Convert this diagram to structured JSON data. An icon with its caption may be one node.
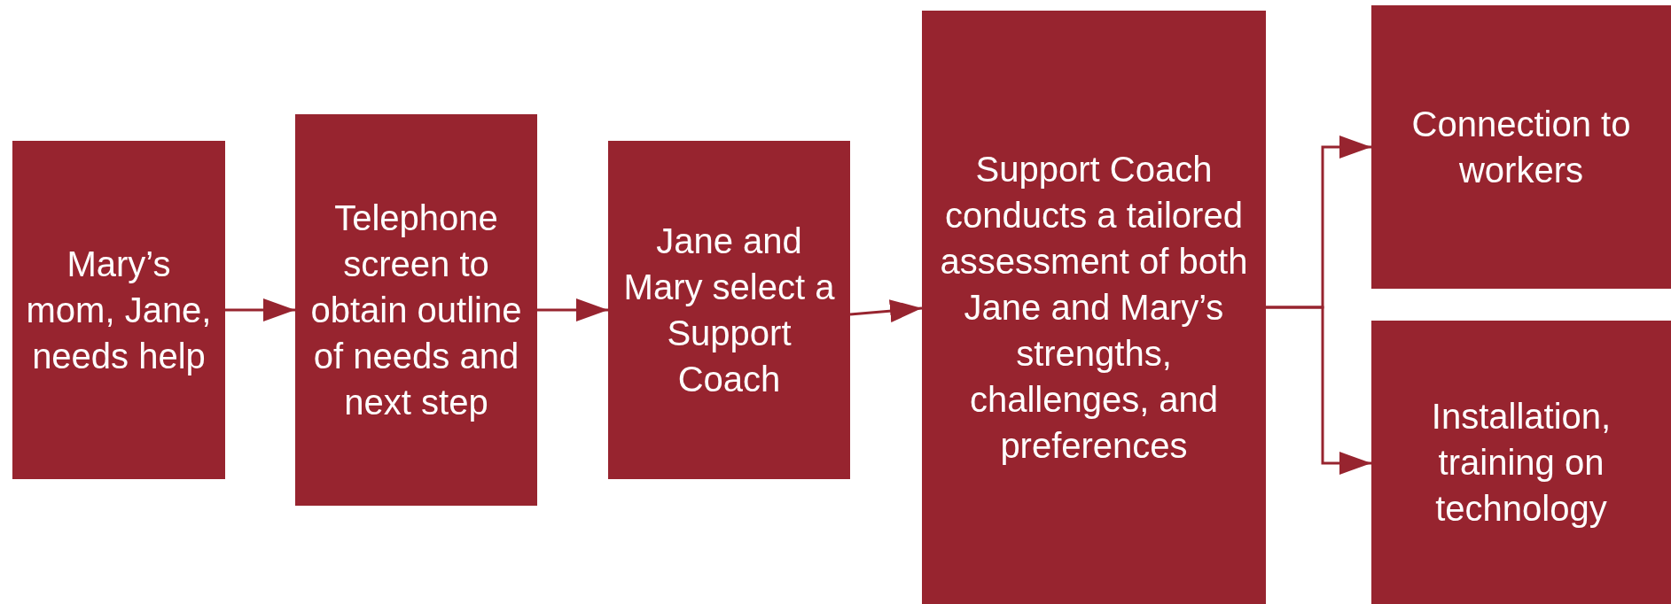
{
  "diagram": {
    "nodes": [
      {
        "text": [
          "Mary’s mom, Jane, needs help"
        ]
      },
      {
        "text": [
          "Telephone screen to obtain outline of needs and next step"
        ]
      },
      {
        "text": [
          "Jane and Mary select a Support Coach"
        ]
      },
      {
        "text": [
          "Support Coach conducts a tailored assessment of both Jane and Mary’s strengths, challenges, and preferences"
        ]
      },
      {
        "text": [
          "Connection to workers"
        ]
      },
      {
        "text": [
          "Installation, training on technology"
        ]
      }
    ],
    "edges": [
      {
        "from": 0,
        "to": 1,
        "arrow": "to"
      },
      {
        "from": 1,
        "to": 2,
        "arrow": "to"
      },
      {
        "from": 2,
        "to": 3,
        "arrow": "to"
      },
      {
        "from": 3,
        "to": 4,
        "arrow": "to"
      },
      {
        "from": 3,
        "to": 5,
        "arrow": "to"
      }
    ]
  }
}
